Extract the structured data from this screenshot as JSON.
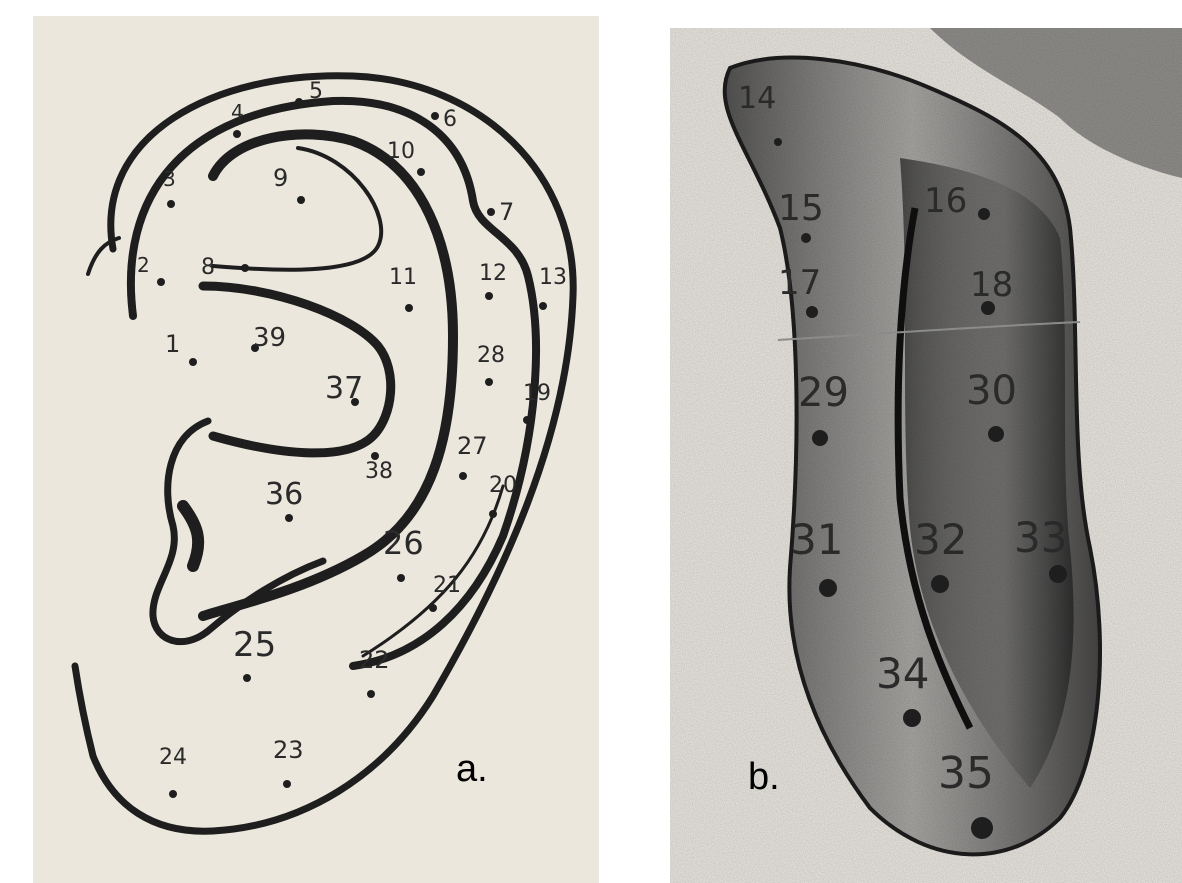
{
  "panels": [
    {
      "id": "a",
      "letter": "a."
    },
    {
      "id": "b",
      "letter": "b."
    }
  ],
  "colors": {
    "ink": "#1e1e1e",
    "paper_a": "#ece7dd",
    "paper_b": "#eeeae4",
    "shading": "#4a4a4a"
  },
  "points_a": [
    {
      "label": "1"
    },
    {
      "label": "2"
    },
    {
      "label": "3"
    },
    {
      "label": "4"
    },
    {
      "label": "5"
    },
    {
      "label": "6"
    },
    {
      "label": "7"
    },
    {
      "label": "8"
    },
    {
      "label": "9"
    },
    {
      "label": "10"
    },
    {
      "label": "11"
    },
    {
      "label": "12"
    },
    {
      "label": "13"
    },
    {
      "label": "19"
    },
    {
      "label": "20"
    },
    {
      "label": "21"
    },
    {
      "label": "22"
    },
    {
      "label": "23"
    },
    {
      "label": "24"
    },
    {
      "label": "25"
    },
    {
      "label": "26"
    },
    {
      "label": "27"
    },
    {
      "label": "28"
    },
    {
      "label": "36"
    },
    {
      "label": "37"
    },
    {
      "label": "38"
    },
    {
      "label": "39"
    }
  ],
  "points_b": [
    {
      "label": "14"
    },
    {
      "label": "15"
    },
    {
      "label": "16"
    },
    {
      "label": "17"
    },
    {
      "label": "18"
    },
    {
      "label": "29"
    },
    {
      "label": "30"
    },
    {
      "label": "31"
    },
    {
      "label": "32"
    },
    {
      "label": "33"
    },
    {
      "label": "34"
    },
    {
      "label": "35"
    }
  ]
}
